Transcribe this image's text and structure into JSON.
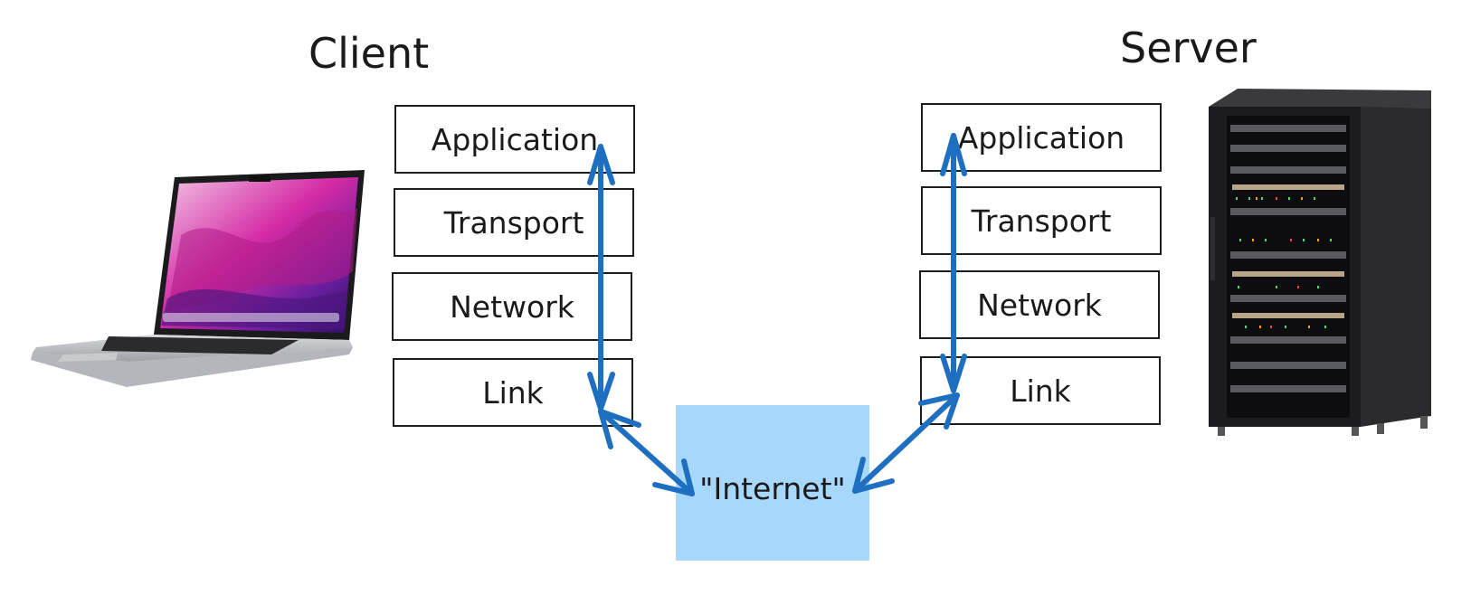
{
  "client": {
    "title": "Client",
    "layers": [
      "Application",
      "Transport",
      "Network",
      "Link"
    ]
  },
  "server": {
    "title": "Server",
    "layers": [
      "Application",
      "Transport",
      "Network",
      "Link"
    ]
  },
  "internet": {
    "label": "\"Internet\""
  },
  "colors": {
    "arrow": "#1f6fc1",
    "internet_fill": "#a7d7fb",
    "box_border": "#1e1e1e"
  },
  "icons": {
    "client_device": "laptop-icon",
    "server_device": "server-rack-icon"
  }
}
